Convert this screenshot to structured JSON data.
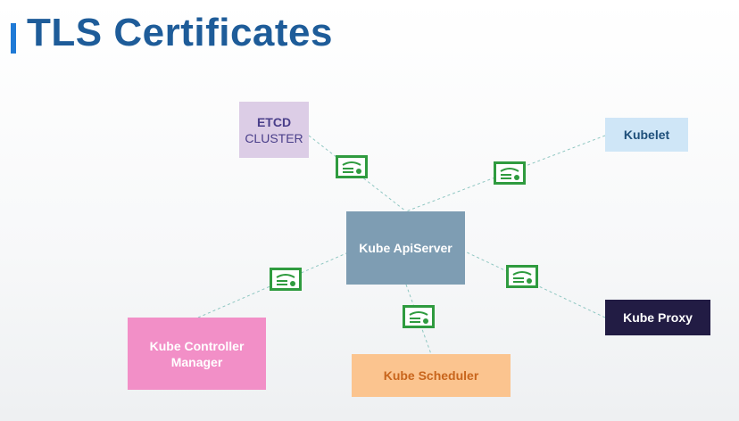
{
  "title": "TLS Certificates",
  "colors": {
    "accent": "#1f7ad6",
    "title": "#1e5c99",
    "cert_icon": "#2f9b3f",
    "connector": "#8fc7c2"
  },
  "nodes": {
    "etcd": {
      "line1": "ETCD",
      "line2": "CLUSTER"
    },
    "kubelet": {
      "label": "Kubelet"
    },
    "api_server": {
      "label": "Kube ApiServer"
    },
    "kube_proxy": {
      "label": "Kube Proxy"
    },
    "controller_manager": {
      "line1": "Kube Controller",
      "line2": "Manager"
    },
    "scheduler": {
      "label": "Kube Scheduler"
    }
  },
  "icons": {
    "certificate": "certificate-icon"
  }
}
